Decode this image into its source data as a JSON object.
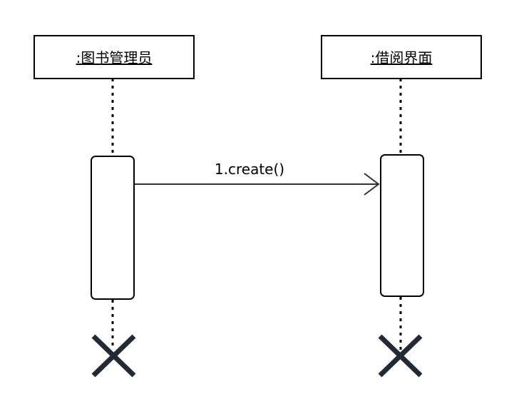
{
  "objects": {
    "librarian": {
      "label": ":图书管理员"
    },
    "borrow_ui": {
      "label": ":借阅界面"
    }
  },
  "messages": [
    {
      "label": "1.create()",
      "from": "librarian",
      "to": "borrow_ui"
    }
  ],
  "colors": {
    "stroke": "#000000",
    "message": "#333333",
    "destroy": "#222b33",
    "background": "#ffffff"
  }
}
